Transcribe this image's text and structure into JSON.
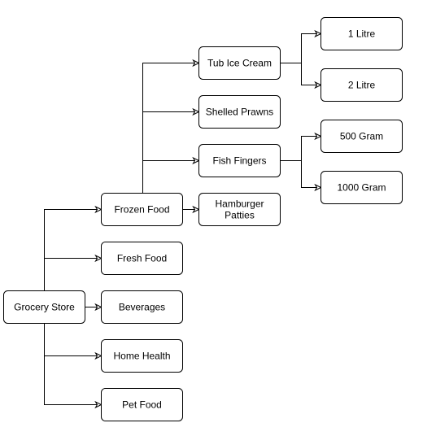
{
  "tree": {
    "id": "grocery-store",
    "label": [
      "Grocery Store"
    ],
    "children": [
      {
        "id": "frozen-food",
        "label": [
          "Frozen Food"
        ],
        "children": [
          {
            "id": "tub-ice-cream",
            "label": [
              "Tub Ice Cream"
            ],
            "children": [
              {
                "id": "1-litre",
                "label": [
                  "1 Litre"
                ]
              },
              {
                "id": "2-litre",
                "label": [
                  "2 Litre"
                ]
              }
            ]
          },
          {
            "id": "shelled-prawns",
            "label": [
              "Shelled Prawns"
            ]
          },
          {
            "id": "fish-fingers",
            "label": [
              "Fish Fingers"
            ],
            "children": [
              {
                "id": "500-gram",
                "label": [
                  "500 Gram"
                ]
              },
              {
                "id": "1000-gram",
                "label": [
                  "1000 Gram"
                ]
              }
            ]
          },
          {
            "id": "hamburger-patties",
            "label": [
              "Hamburger",
              "Patties"
            ]
          }
        ]
      },
      {
        "id": "fresh-food",
        "label": [
          "Fresh Food"
        ]
      },
      {
        "id": "beverages",
        "label": [
          "Beverages"
        ]
      },
      {
        "id": "home-health",
        "label": [
          "Home Health"
        ]
      },
      {
        "id": "pet-food",
        "label": [
          "Pet Food"
        ]
      }
    ]
  }
}
